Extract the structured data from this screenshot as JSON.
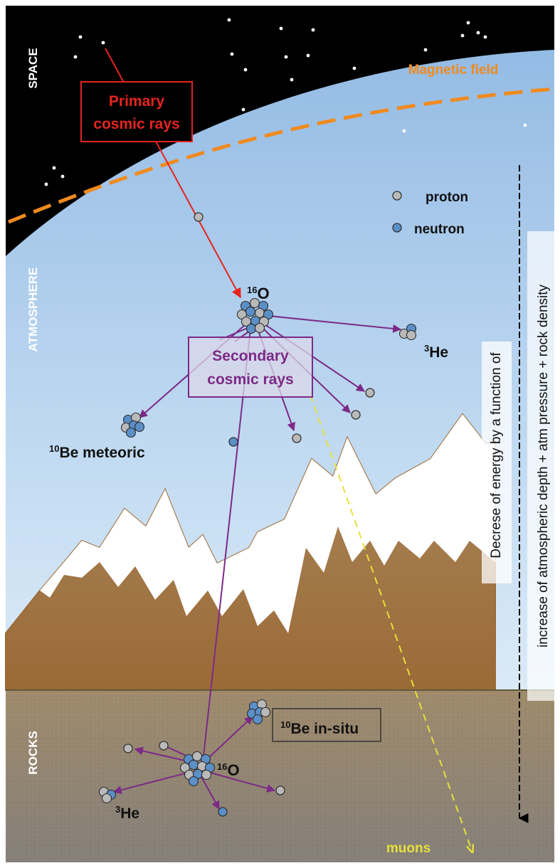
{
  "zones": {
    "space": "SPACE",
    "atmosphere": "ATMOSPHERE",
    "rocks": "ROCKS"
  },
  "magnetic_field": "Magnetic field",
  "primary": {
    "line1": "Primary",
    "line2": "cosmic rays"
  },
  "secondary": {
    "line1": "Secondary",
    "line2": "cosmic rays"
  },
  "legend": {
    "proton": "proton",
    "neutron": "neutron"
  },
  "nuclei": {
    "o16_top": {
      "mass": "16",
      "symbol": "O"
    },
    "he3_top": {
      "mass": "3",
      "symbol": "He"
    },
    "be10_meteoric": {
      "mass": "10",
      "symbol": "Be meteoric"
    },
    "be10_insitu": {
      "mass": "10",
      "symbol": "Be in-situ"
    },
    "o16_bottom": {
      "mass": "16",
      "symbol": "O"
    },
    "he3_bottom": {
      "mass": "3",
      "symbol": "He"
    }
  },
  "muons": "muons",
  "energy_axis": {
    "line1": "Decrese of energy by a function of",
    "line2": "increase of atmospheric depth + atm pressure + rock density"
  },
  "colors": {
    "space": "#000000",
    "sky_top": "#9cc3e8",
    "sky_bottom": "#e6f0fa",
    "magnetic_field": "#f08a1e",
    "primary": "#e52420",
    "secondary": "#7b2a86",
    "muons": "#e6e03c",
    "mountain": "#a8743c",
    "snow": "#ffffff",
    "rock": "#9b8a6e",
    "proton": "#b9b9b9",
    "neutron": "#5b8fc7"
  }
}
